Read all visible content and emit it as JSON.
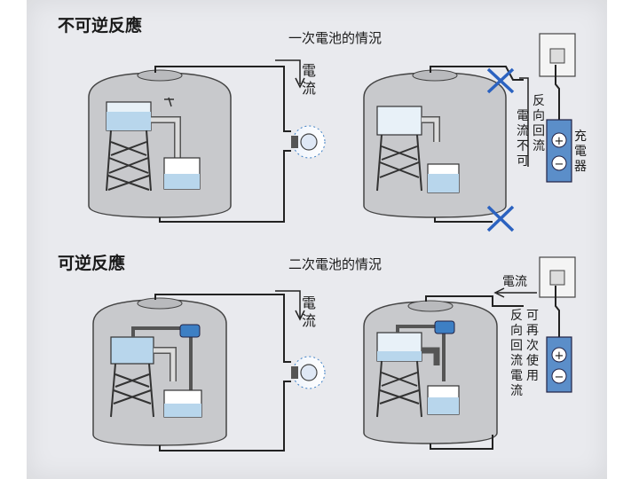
{
  "top_section": {
    "title": "不可逆反應",
    "subtitle": "一次電池的情況",
    "left_current_label": [
      "電",
      "流"
    ],
    "right_reverse_label": [
      "反",
      "向",
      "回",
      "流"
    ],
    "right_current_not_label": [
      "電",
      "流",
      "不",
      "可"
    ],
    "charger_label": [
      "充",
      "電",
      "器"
    ]
  },
  "bottom_section": {
    "title": "可逆反應",
    "subtitle": "二次電池的情況",
    "left_current_label": [
      "電",
      "流"
    ],
    "right_current_label": "電流",
    "right_reusable_label": [
      "可",
      "再",
      "次",
      "使",
      "用"
    ],
    "right_reverse_label": [
      "反",
      "向",
      "回",
      "流",
      "電",
      "流"
    ]
  },
  "charger_symbols": {
    "plus": "+",
    "minus": "−"
  },
  "colors": {
    "tank": "#c8c9cc",
    "water": "#b8d6ec",
    "accent_blue": "#3d7fc4",
    "cross": "#2b62c0"
  }
}
